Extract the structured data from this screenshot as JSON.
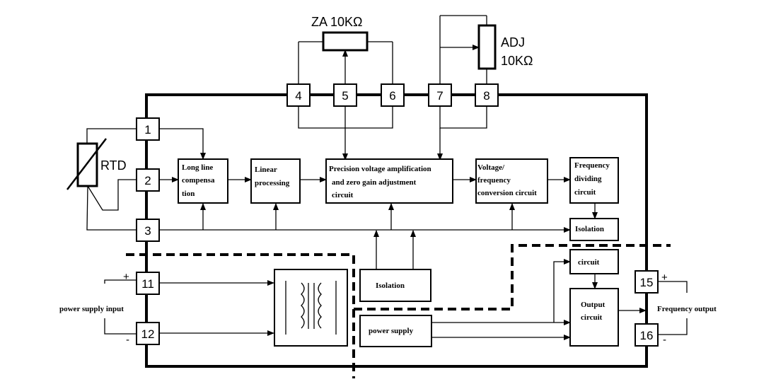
{
  "potentiometers": {
    "za": {
      "label": "ZA 10KΩ"
    },
    "adj": {
      "label_line1": "ADJ",
      "label_line2": "10KΩ"
    }
  },
  "sensor": {
    "label": "RTD"
  },
  "terminals": {
    "t1": "1",
    "t2": "2",
    "t3": "3",
    "t4": "4",
    "t5": "5",
    "t6": "6",
    "t7": "7",
    "t8": "8",
    "t11": "11",
    "t12": "12",
    "t15": "15",
    "t16": "16"
  },
  "blocks": {
    "long_line": [
      "Long line",
      "compensa",
      "tion"
    ],
    "linear": [
      "Linear",
      "processing"
    ],
    "precision": [
      "Precision voltage amplification",
      "and zero gain adjustment",
      "circuit"
    ],
    "vf": [
      "Voltage/",
      "frequency",
      "conversion circuit"
    ],
    "freq_div": [
      "Frequency",
      "dividing",
      "circuit"
    ],
    "isolation_right": "Isolation",
    "isolation_mid": "Isolation",
    "circuit_small": "circuit",
    "output": [
      "Output",
      "circuit"
    ],
    "power_supply": "power supply"
  },
  "side_labels": {
    "power_input": "power supply input",
    "freq_output": "Frequency output",
    "plus_left": "+",
    "minus_left": "-",
    "plus_right": "+",
    "minus_right": "-"
  }
}
